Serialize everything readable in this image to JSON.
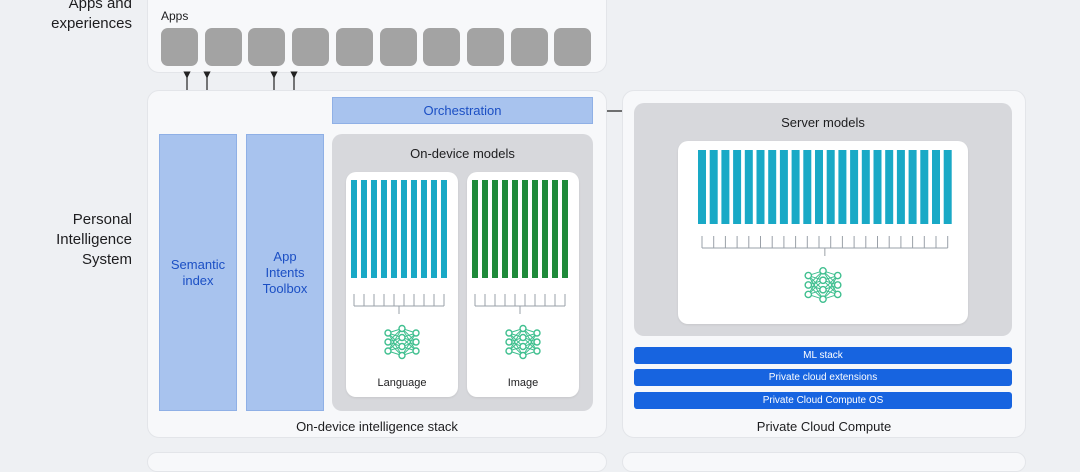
{
  "rows": {
    "apps_label": "Apps and\nexperiences",
    "personal_label": "Personal\nIntelligence\nSystem"
  },
  "apps": {
    "title": "Apps",
    "tile_count": 10
  },
  "columns": {
    "semantic_index": "Semantic\nindex",
    "app_intents": "App\nIntents\nToolbox"
  },
  "orchestration": "Orchestration",
  "on_device": {
    "group_title": "On-device models",
    "language_caption": "Language",
    "image_caption": "Image",
    "stack_label": "On-device intelligence stack"
  },
  "cloud": {
    "group_title": "Server models",
    "bars": [
      "ML stack",
      "Private cloud extensions",
      "Private Cloud Compute OS"
    ],
    "stack_label": "Private Cloud Compute"
  },
  "colors": {
    "language_bars": "#19a9c6",
    "image_bars": "#1f8a3a",
    "server_bars": "#19a9c6",
    "accent_blue": "#1764e0",
    "neural_icon": "#3fbf8f"
  }
}
